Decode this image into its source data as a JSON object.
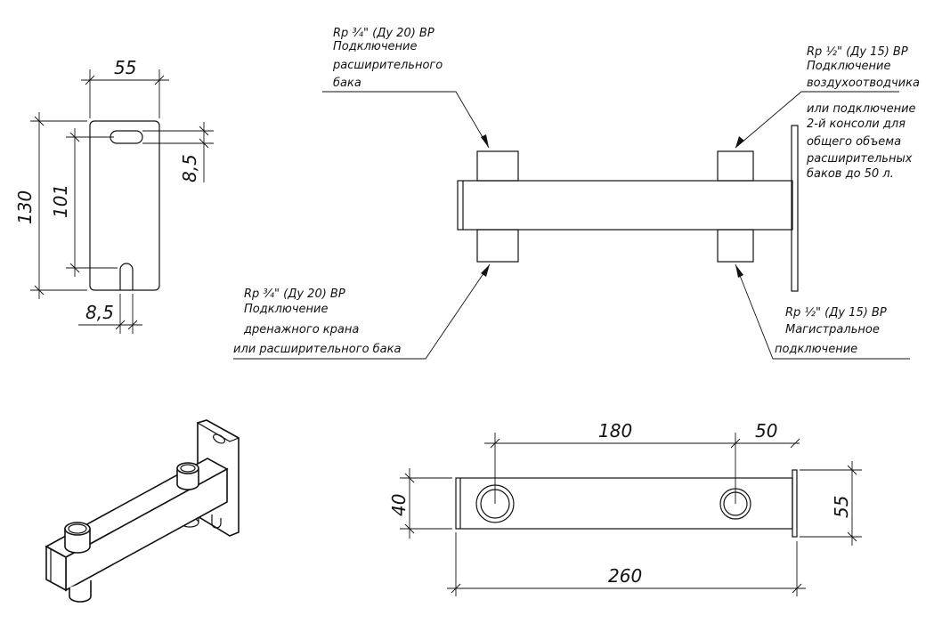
{
  "dimensions": {
    "plate_width": "55",
    "plate_height": "130",
    "slot_span": "101",
    "slot_width_top": "8,5",
    "slot_width_bottom": "8,5",
    "span_180": "180",
    "span_50": "50",
    "tube_height": "40",
    "plate_height_bottom": "55",
    "total_length": "260"
  },
  "callouts": [
    {
      "lines": [
        "Rp ¾\" (Ду 20) ВР",
        "Подключение",
        "расширительного",
        "бака"
      ]
    },
    {
      "lines": [
        "Rp ½\" (Ду 15) ВР",
        "Подключение",
        "воздухоотводчика"
      ]
    },
    {
      "lines": [
        "или подключение",
        "2-й консоли для",
        "общего объема",
        "расширительных",
        "баков до 50 л."
      ]
    },
    {
      "lines": [
        "Rp ¾\" (Ду 20) ВР",
        "Подключение",
        "дренажного крана",
        "или расширительного бака"
      ]
    },
    {
      "lines": [
        "Rp ½\" (Ду 15) ВР",
        "Магистральное",
        "подключение"
      ]
    }
  ]
}
